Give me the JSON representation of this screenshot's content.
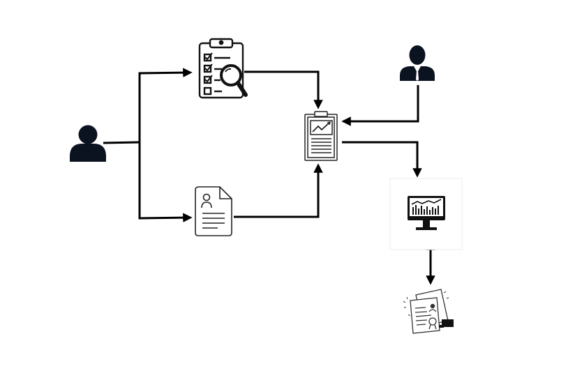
{
  "diagram": {
    "nodes": [
      {
        "id": "user-left",
        "icon": "person-icon"
      },
      {
        "id": "checklist",
        "icon": "clipboard-checklist-search-icon"
      },
      {
        "id": "profile-doc",
        "icon": "profile-document-icon"
      },
      {
        "id": "report",
        "icon": "clipboard-report-chart-icon"
      },
      {
        "id": "manager",
        "icon": "businessman-icon"
      },
      {
        "id": "monitor",
        "icon": "monitor-dashboard-icon"
      },
      {
        "id": "certificates",
        "icon": "certificate-documents-icon"
      }
    ],
    "edges": [
      {
        "from": "user-left",
        "to": "checklist"
      },
      {
        "from": "user-left",
        "to": "profile-doc"
      },
      {
        "from": "checklist",
        "to": "report"
      },
      {
        "from": "profile-doc",
        "to": "report"
      },
      {
        "from": "manager",
        "to": "report"
      },
      {
        "from": "report",
        "to": "monitor"
      },
      {
        "from": "monitor",
        "to": "certificates",
        "bidirectional": true
      }
    ],
    "colors": {
      "stroke": "#000000",
      "icon_fill": "#0b1220",
      "paper": "#ffffff"
    }
  }
}
